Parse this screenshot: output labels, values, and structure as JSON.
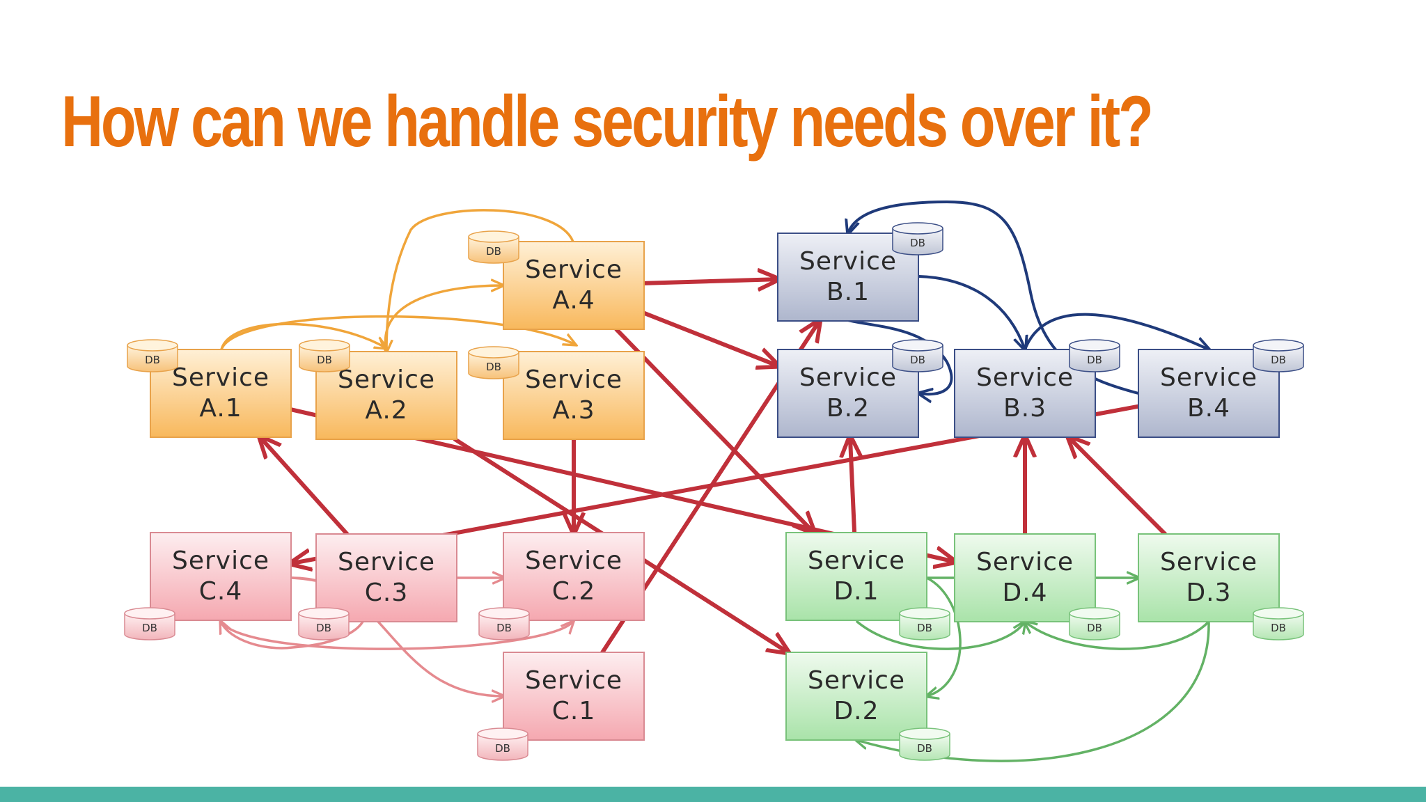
{
  "slide": {
    "title": "How can we handle security needs over it?"
  },
  "colors": {
    "title": "#e8700e",
    "bottom_bar": "#4bb3a4",
    "orange": "#f0a53a",
    "red": "#c0303a",
    "pink": "#e58a8f",
    "navy": "#1f3a7a",
    "green": "#63b265"
  },
  "diagram": {
    "db_label": "DB",
    "services": [
      {
        "id": "A.1",
        "word": "Service",
        "name": "A.1",
        "group": "A"
      },
      {
        "id": "A.2",
        "word": "Service",
        "name": "A.2",
        "group": "A"
      },
      {
        "id": "A.3",
        "word": "Service",
        "name": "A.3",
        "group": "A"
      },
      {
        "id": "A.4",
        "word": "Service",
        "name": "A.4",
        "group": "A"
      },
      {
        "id": "B.1",
        "word": "Service",
        "name": "B.1",
        "group": "B"
      },
      {
        "id": "B.2",
        "word": "Service",
        "name": "B.2",
        "group": "B"
      },
      {
        "id": "B.3",
        "word": "Service",
        "name": "B.3",
        "group": "B"
      },
      {
        "id": "B.4",
        "word": "Service",
        "name": "B.4",
        "group": "B"
      },
      {
        "id": "C.1",
        "word": "Service",
        "name": "C.1",
        "group": "C"
      },
      {
        "id": "C.2",
        "word": "Service",
        "name": "C.2",
        "group": "C"
      },
      {
        "id": "C.3",
        "word": "Service",
        "name": "C.3",
        "group": "C"
      },
      {
        "id": "C.4",
        "word": "Service",
        "name": "C.4",
        "group": "C"
      },
      {
        "id": "D.1",
        "word": "Service",
        "name": "D.1",
        "group": "D"
      },
      {
        "id": "D.2",
        "word": "Service",
        "name": "D.2",
        "group": "D"
      },
      {
        "id": "D.3",
        "word": "Service",
        "name": "D.3",
        "group": "D"
      },
      {
        "id": "D.4",
        "word": "Service",
        "name": "D.4",
        "group": "D"
      }
    ],
    "connections": [
      {
        "from": "A.4",
        "to": "B.1",
        "color": "red"
      },
      {
        "from": "A.4",
        "to": "B.2",
        "color": "red"
      },
      {
        "from": "A.4",
        "to": "D.1",
        "color": "red"
      },
      {
        "from": "A.3",
        "to": "C.2",
        "color": "red"
      },
      {
        "from": "A.2",
        "to": "D.2",
        "color": "red"
      },
      {
        "from": "C.3",
        "to": "A.1",
        "color": "red"
      },
      {
        "from": "A.1",
        "to": "D.4",
        "color": "red"
      },
      {
        "from": "B.4",
        "to": "C.4",
        "color": "red"
      },
      {
        "from": "C.1",
        "to": "B.1",
        "color": "red"
      },
      {
        "from": "D.1",
        "to": "B.2",
        "color": "red"
      },
      {
        "from": "D.4",
        "to": "B.3",
        "color": "red"
      },
      {
        "from": "D.3",
        "to": "B.3",
        "color": "red"
      },
      {
        "from": "A.1",
        "to": "A.2",
        "color": "orange"
      },
      {
        "from": "A.1",
        "to": "A.3",
        "color": "orange"
      },
      {
        "from": "A.2",
        "to": "A.4",
        "color": "orange"
      },
      {
        "from": "A.4",
        "to": "A.2",
        "color": "orange"
      },
      {
        "from": "C.3",
        "to": "C.2",
        "color": "pink"
      },
      {
        "from": "C.3",
        "to": "C.4",
        "color": "pink"
      },
      {
        "from": "C.4",
        "to": "C.2",
        "color": "pink"
      },
      {
        "from": "C.3",
        "to": "C.1",
        "color": "pink"
      },
      {
        "from": "B.4",
        "to": "B.1",
        "color": "navy"
      },
      {
        "from": "B.1",
        "to": "B.3",
        "color": "navy"
      },
      {
        "from": "B.3",
        "to": "B.4",
        "color": "navy"
      },
      {
        "from": "B.1",
        "to": "B.2",
        "color": "navy"
      },
      {
        "from": "D.4",
        "to": "D.3",
        "color": "green"
      },
      {
        "from": "D.1",
        "to": "D.4",
        "color": "green"
      },
      {
        "from": "D.3",
        "to": "D.4",
        "color": "green"
      },
      {
        "from": "D.4",
        "to": "D.2",
        "color": "green"
      },
      {
        "from": "D.3",
        "to": "D.2",
        "color": "green"
      }
    ]
  }
}
